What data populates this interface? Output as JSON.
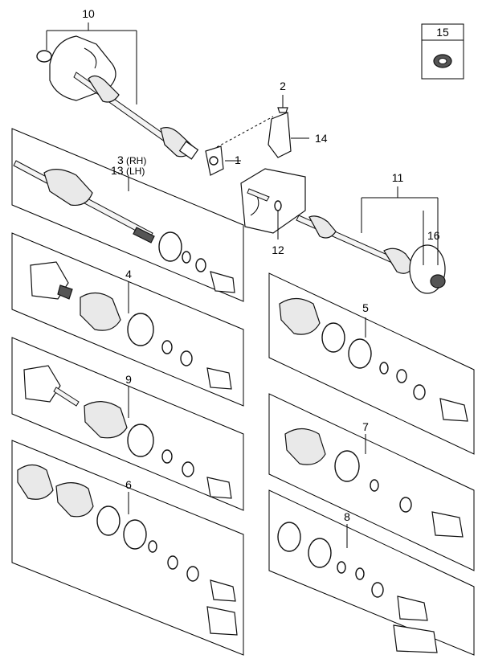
{
  "labels": {
    "n1": "1",
    "n2": "2",
    "n3": "3",
    "n3_suffix": "(RH)",
    "n13": "13",
    "n13_suffix": "(LH)",
    "n4": "4",
    "n5": "5",
    "n6": "6",
    "n7": "7",
    "n8": "8",
    "n9": "9",
    "n10": "10",
    "n11": "11",
    "n12": "12",
    "n14": "14",
    "n15": "15",
    "n16": "16"
  }
}
